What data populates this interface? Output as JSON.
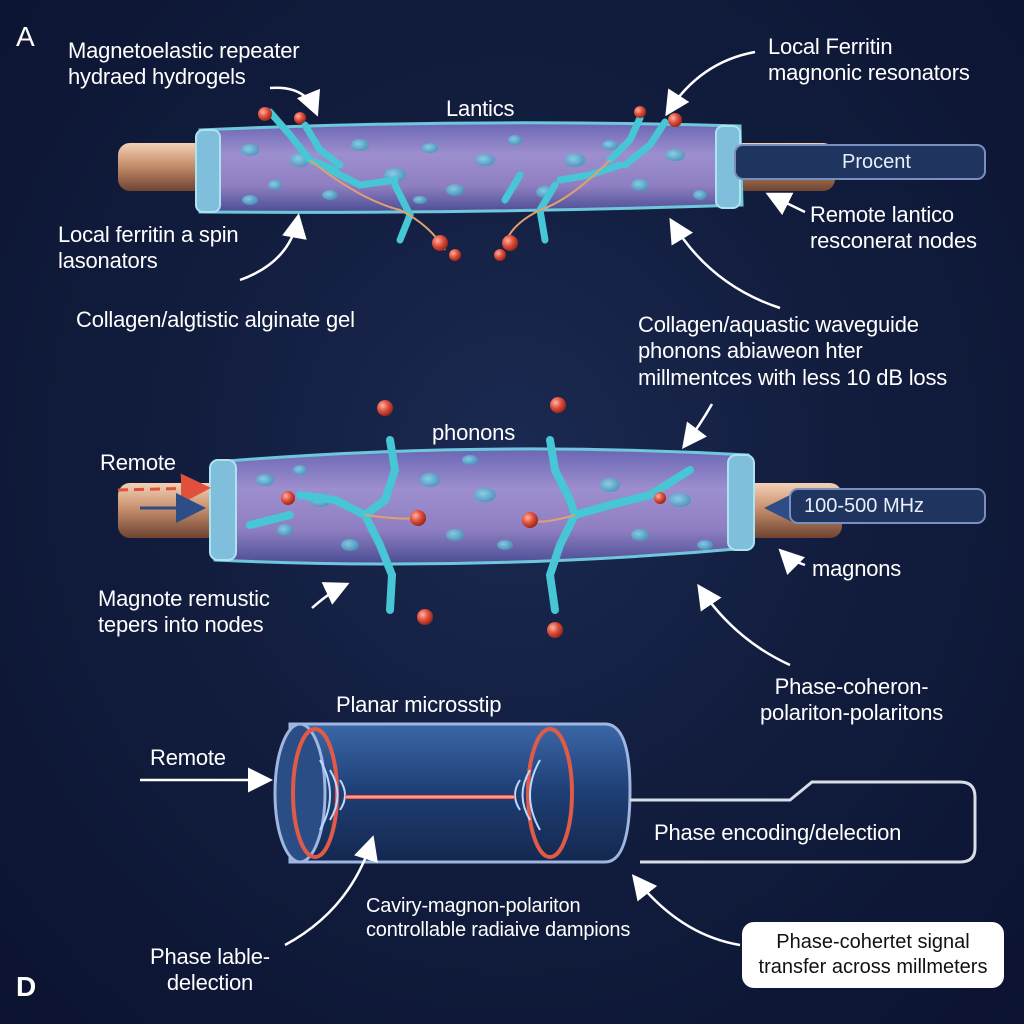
{
  "panel_labels": {
    "top": "A",
    "bottom": "D"
  },
  "section1": {
    "title": "Lantics",
    "box_label": "Procent",
    "callouts": {
      "top_left": [
        "Magnetoelastic repeater",
        "hydraed hydrogels"
      ],
      "top_right": [
        "Local Ferritin",
        "magnonic resonators"
      ],
      "left_mid": [
        "Local ferritin a spin",
        "lasonators"
      ],
      "right_mid": [
        "Remote lantico",
        "resconerat nodes"
      ],
      "left_bottom": "Collagen/algtistic alginate gel",
      "right_bottom": [
        "Collagen/aquastic waveguide",
        "phonons abiaweon hter",
        "millmentces with less 10 dB loss"
      ]
    }
  },
  "section2": {
    "title": "phonons",
    "left_label": "Remote",
    "box_label": "100-500 MHz",
    "callouts": {
      "right": "magnons",
      "left_bottom": [
        "Magnote remustic",
        "tepers into nodes"
      ],
      "right_bottom": [
        "Phase-coheron-",
        "polariton-polaritons"
      ]
    }
  },
  "section3": {
    "title": "Planar microsstip",
    "left_label": "Remote",
    "box_label": "Phase encoding/delection",
    "center_caption": [
      "Caviry-magnon-polariton",
      "controllable radiaive dampions"
    ],
    "bottom_left": [
      "Phase lable-",
      "delection"
    ],
    "result_box": [
      "Phase-cohertet signal",
      "transfer across millmeters"
    ]
  },
  "colors": {
    "background": "#0e1733",
    "gel": "#8b7fc4",
    "pipe": "#c08a6a",
    "molecule_cyan": "#47c6d6",
    "node_red": "#e0503c",
    "cavity_blue": "#24457a"
  }
}
